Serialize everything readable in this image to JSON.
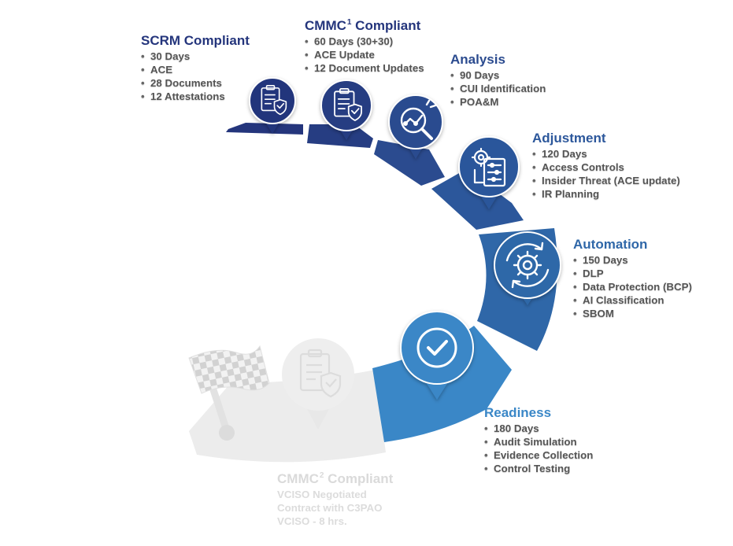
{
  "colors": {
    "navy": "#24357c",
    "blue_dark": "#2b4b8f",
    "blue_mid": "#2f64a5",
    "blue_bright": "#3b87c8",
    "ghost": "#e6e6e6"
  },
  "stages": [
    {
      "id": "scrm",
      "title": "SCRM Compliant",
      "title_sup": "",
      "icon": "clipboard-shield-icon",
      "items": [
        "30 Days",
        "ACE",
        "28 Documents",
        "12 Attestations"
      ]
    },
    {
      "id": "cmmc1",
      "title": "CMMC",
      "title_sup": "1",
      "title_suffix": " Compliant",
      "icon": "clipboard-shield-icon",
      "items": [
        "60 Days (30+30)",
        "ACE Update",
        "12 Document Updates"
      ]
    },
    {
      "id": "analysis",
      "title": "Analysis",
      "icon": "magnifier-chart-icon",
      "items": [
        "90 Days",
        "CUI Identification",
        "POA&M"
      ]
    },
    {
      "id": "adjustment",
      "title": "Adjustment",
      "icon": "gear-checklist-icon",
      "items": [
        "120 Days",
        "Access Controls",
        "Insider Threat (ACE update)",
        "IR Planning"
      ]
    },
    {
      "id": "automation",
      "title": "Automation",
      "icon": "cycle-gear-icon",
      "items": [
        "150 Days",
        "DLP",
        "Data Protection (BCP)",
        "AI Classification",
        "SBOM"
      ]
    },
    {
      "id": "readiness",
      "title": "Readiness",
      "icon": "check-circle-icon",
      "items": [
        "180 Days",
        "Audit Simulation",
        "Evidence Collection",
        "Control Testing"
      ]
    },
    {
      "id": "cmmc2",
      "title": "CMMC",
      "title_sup": "2",
      "title_suffix": " Compliant",
      "icon": "clipboard-shield-icon",
      "items": [
        "VCISO Negotiated",
        "Contract with C3PAO",
        "VCISO - 8 hrs."
      ],
      "ghost": true
    }
  ],
  "finish_icon": "checkered-flag-icon"
}
